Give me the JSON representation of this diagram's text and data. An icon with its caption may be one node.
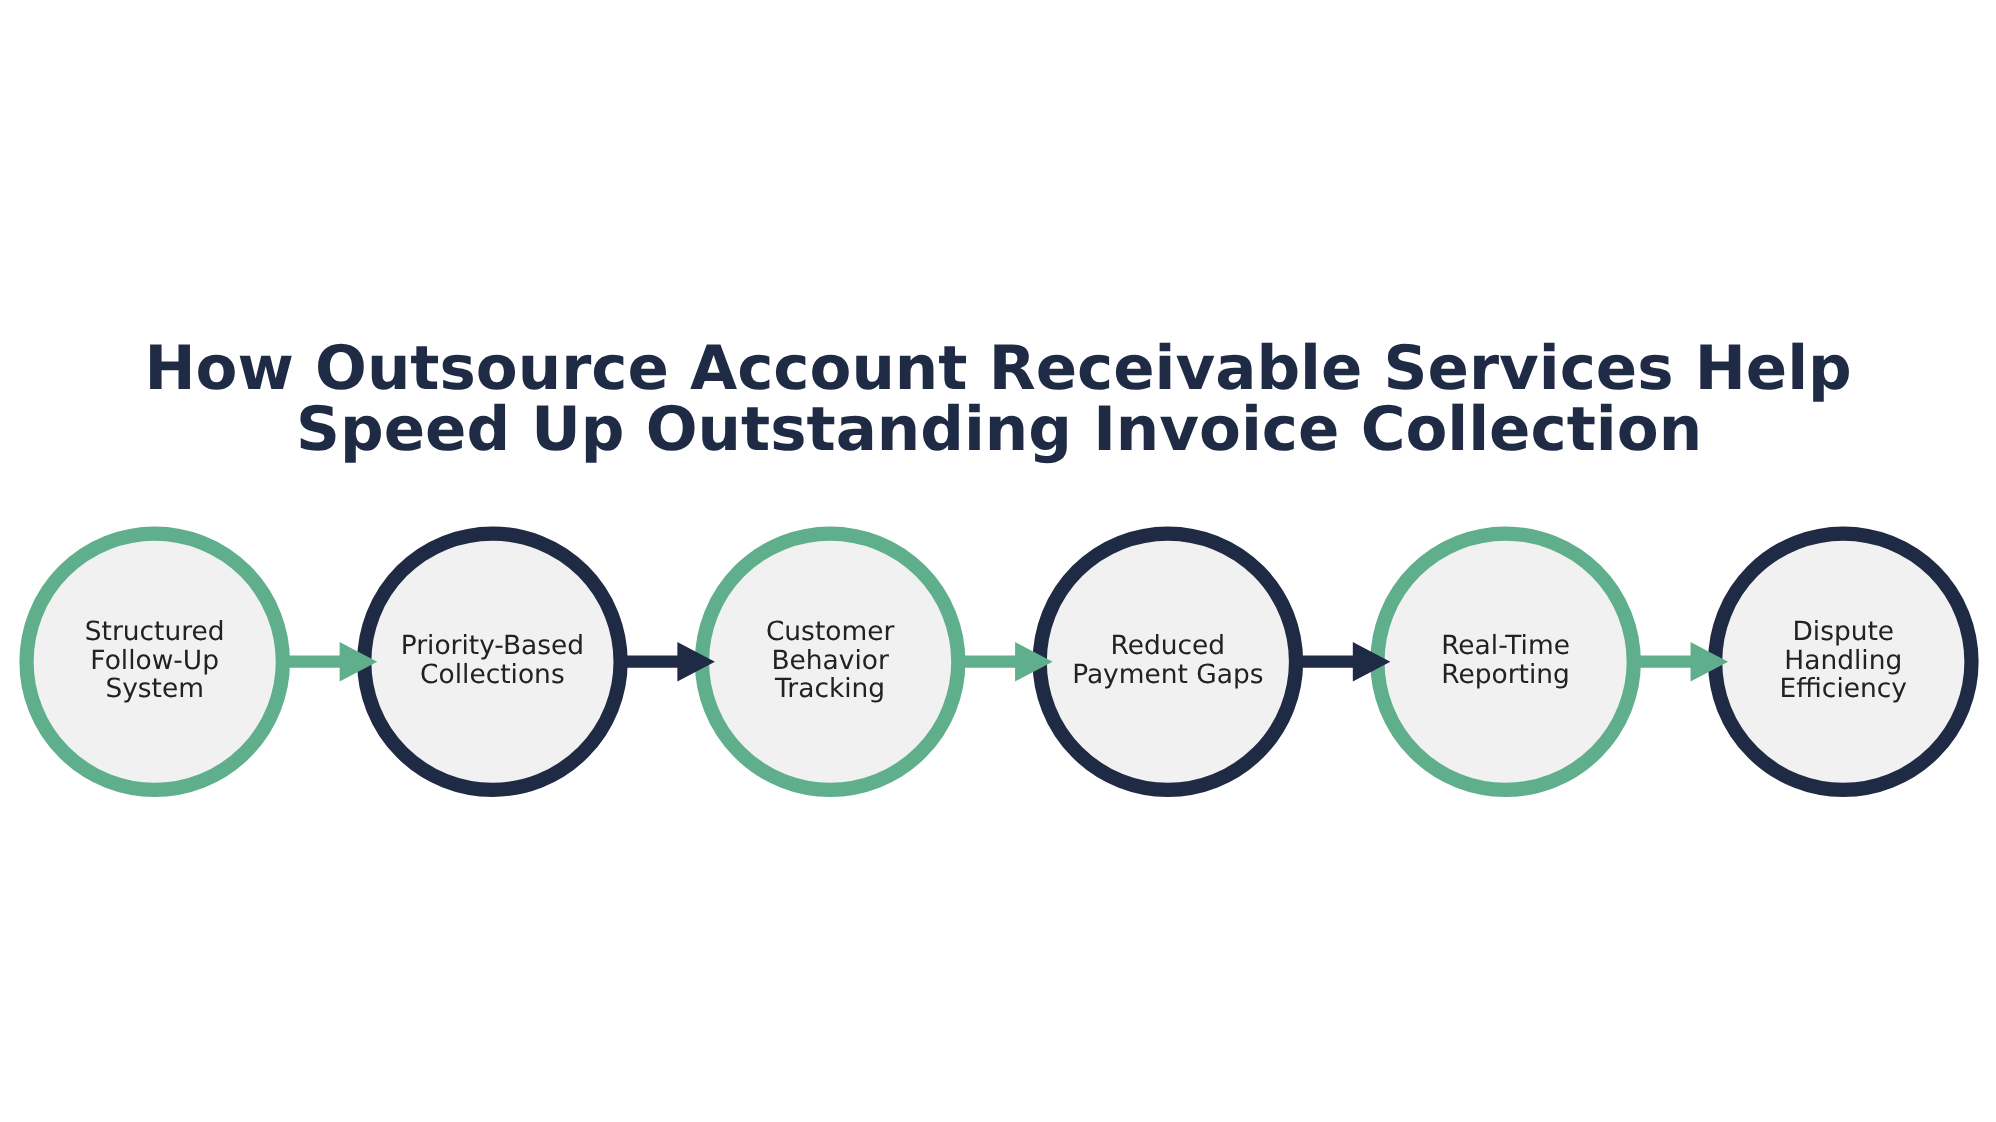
{
  "diagram": {
    "title": "How Outsource Account Receivable Services Help Speed Up Outstanding Invoice Collection",
    "nodes": [
      {
        "text": [
          "Structured Follow-Up System"
        ]
      },
      {
        "text": [
          "Priority-Based Collections"
        ]
      },
      {
        "text": [
          "Customer Behavior Tracking"
        ]
      },
      {
        "text": [
          "Reduced Payment Gaps"
        ]
      },
      {
        "text": [
          "Real-Time Reporting"
        ]
      },
      {
        "text": [
          "Dispute Handling Efficiency"
        ]
      }
    ],
    "edges": [
      {
        "from": 0,
        "to": 1,
        "arrow": "to"
      },
      {
        "from": 1,
        "to": 2,
        "arrow": "to",
        "color": "#1f2b45"
      },
      {
        "from": 2,
        "to": 3,
        "arrow": "to"
      },
      {
        "from": 3,
        "to": 4,
        "arrow": "to",
        "color": "#1f2b45"
      },
      {
        "from": 4,
        "to": 5,
        "arrow": "to"
      }
    ]
  }
}
